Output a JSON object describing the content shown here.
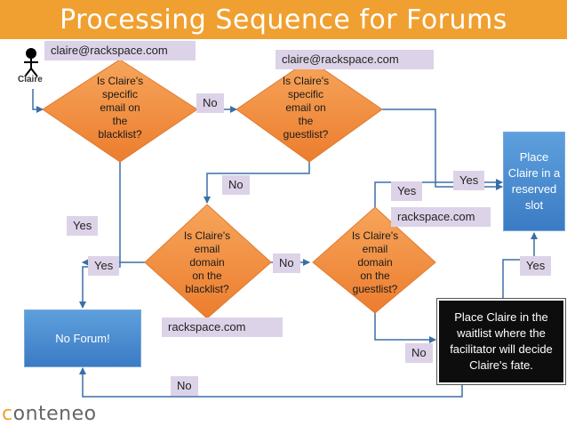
{
  "title": "Processing Sequence for Forums",
  "actor_label": "Claire",
  "decisions": {
    "email_blacklist": [
      "Is Claire's",
      "specific",
      "email on",
      "the",
      "blacklist?"
    ],
    "email_guestlist": [
      "Is Claire's",
      "specific",
      "email on",
      "the",
      "guestlist?"
    ],
    "domain_blacklist": [
      "Is Claire's",
      "email",
      "domain",
      "on the",
      "blacklist?"
    ],
    "domain_guestlist": [
      "Is Claire's",
      "email",
      "domain",
      "on the",
      "guestlist?"
    ]
  },
  "outcomes": {
    "no_forum": "No Forum!",
    "reserved": "Place Claire in a reserved slot",
    "waitlist": "Place Claire in the waitlist where the facilitator will decide Claire's fate."
  },
  "examples": {
    "email_1": "claire@rackspace.com",
    "email_2": "claire@rackspace.com",
    "domain_1": "rackspace.com",
    "domain_2": "rackspace.com"
  },
  "edge_labels": {
    "no_1": "No",
    "no_2": "No",
    "no_3": "No",
    "no_4": "No",
    "no_5": "No",
    "yes_1": "Yes",
    "yes_2": "Yes",
    "yes_3": "Yes",
    "yes_4": "Yes",
    "yes_5": "Yes"
  },
  "logo": {
    "prefix": "c",
    "rest": "onteneo"
  },
  "colors": {
    "banner": "#f0a030",
    "diamond": "#f08a3a",
    "label_bg": "#ddd3e8",
    "outcome_blue": "#4a8ed4",
    "outcome_dark": "#0d0d0d",
    "connector": "#3b6ea5"
  }
}
